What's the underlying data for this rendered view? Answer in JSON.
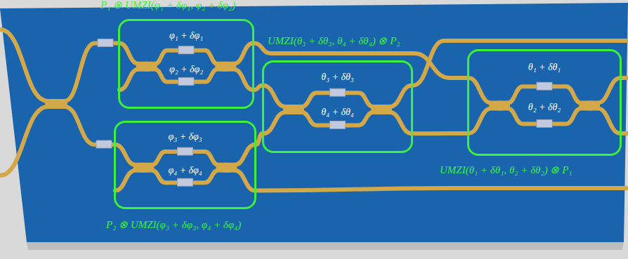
{
  "diagram": {
    "nodes": [
      {
        "text": [
          "P₁ ⊗ UMZI(φ₁ + δφ₁, φ₂ + δφ₂)",
          "φ₁ + δφ₁",
          "φ₂ + δφ₂"
        ]
      },
      {
        "text": [
          "P₂ ⊗ UMZI(φ₃ + δφ₃, φ₄ + δφ₄)",
          "φ₃ + δφ₃",
          "φ₄ + δφ₄"
        ]
      },
      {
        "text": [
          "UMZI(θ₃ + δθ₃, θ₄ + δθ₄) ⊗ P₂",
          "θ₃ + δθ₃",
          "θ₄ + δθ₄"
        ]
      },
      {
        "text": [
          "UMZI(θ₁ + δθ₁, θ₂ + δθ₂) ⊗ P₁",
          "θ₁ + δθ₁",
          "θ₂ + δθ₂"
        ]
      }
    ],
    "edges": [
      {
        "from": 0,
        "to": 2,
        "arrow": "none"
      },
      {
        "from": 1,
        "to": 2,
        "arrow": "none"
      },
      {
        "from": 0,
        "to": 3,
        "arrow": "none"
      },
      {
        "from": 2,
        "to": 3,
        "arrow": "none"
      }
    ]
  }
}
